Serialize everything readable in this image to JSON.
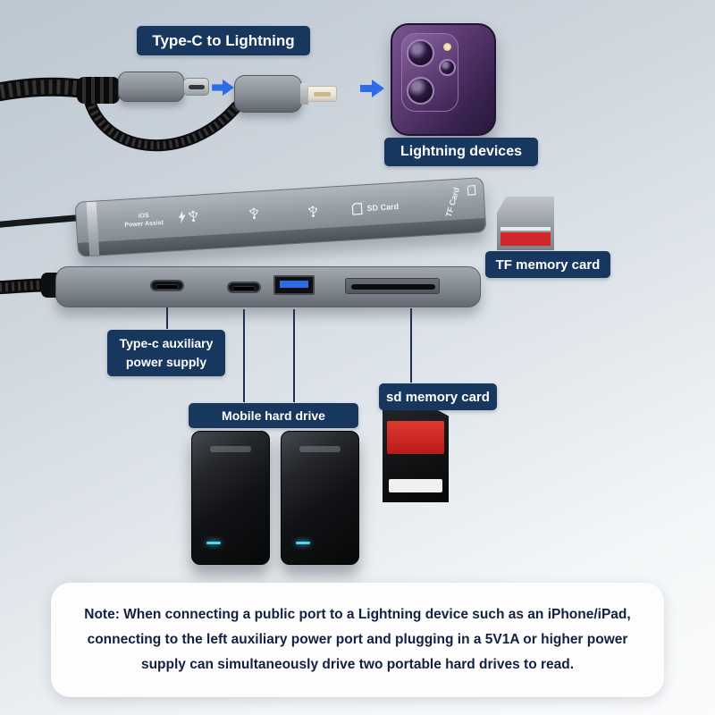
{
  "labels": {
    "type_c_to_lightning": "Type-C to Lightning",
    "lightning_devices": "Lightning devices",
    "tf_memory_card": "TF memory card",
    "type_c_aux_line1": "Type-c auxiliary",
    "type_c_aux_line2": "power supply",
    "mobile_hard_drive": "Mobile hard drive",
    "sd_memory_card": "sd memory card"
  },
  "hub": {
    "ios_line1": "iOS",
    "ios_line2": "Power Assist",
    "sd_card_label": "SD Card",
    "tf_card_label": "TF Card"
  },
  "note": {
    "text": "Note: When connecting a public port to a Lightning device such as an iPhone/iPad, connecting to the left auxiliary power port and plugging in a 5V1A or higher power supply can simultaneously drive two portable hard drives to read."
  },
  "icons": {
    "arrow_right": "right-arrow",
    "usb": "usb-trident",
    "lightning_bolt": "lightning-bolt",
    "sd_card": "sd-card-outline",
    "tf_card": "tf-card-outline"
  },
  "colors": {
    "label_pill_bg": "#18375e",
    "label_text": "#ffffff",
    "arrow_blue": "#2e6be6",
    "usb_a_blue": "#2f6ae0",
    "hdd_led_cyan": "#4fd8f5",
    "card_red": "#d2272b",
    "note_text": "#13203f"
  }
}
